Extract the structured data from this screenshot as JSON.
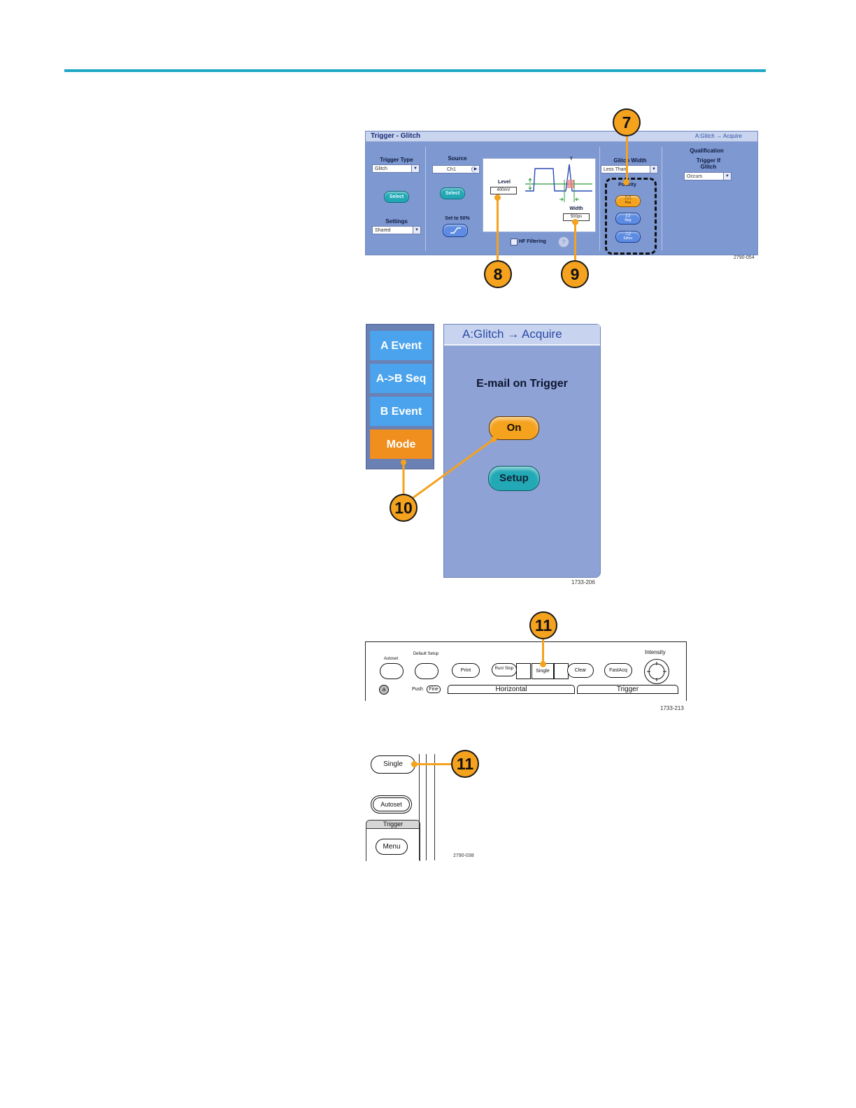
{
  "figure1": {
    "header_title": "Trigger - Glitch",
    "header_right": "A:Glitch → Acquire",
    "trigger_type_label": "Trigger Type",
    "trigger_type_value": "Glitch",
    "select_label": "Select",
    "settings_label": "Settings",
    "settings_value": "Shared",
    "source_label": "Source",
    "source_value": "Ch1",
    "source_select_label": "Select",
    "set50_label": "Set to 50%",
    "level_label": "Level",
    "level_value": "400mV",
    "t_marker": "T",
    "width_label": "Width",
    "width_value": "500ps",
    "hf_filtering_label": "HF Filtering",
    "glitch_width_label": "Glitch Width",
    "glitch_width_value": "Less Than",
    "polarity_label": "Polarity",
    "polarity_pos": "Pos",
    "polarity_neg": "Neg",
    "polarity_either": "Either",
    "qualification_label": "Qualification",
    "trigger_if_label": "Trigger If Glitch",
    "trigger_if_value": "Occurs",
    "figure_id": "2790-054",
    "callouts": [
      "7",
      "8",
      "9"
    ]
  },
  "figure2": {
    "side_buttons": [
      "A Event",
      "A->B Seq",
      "B Event",
      "Mode"
    ],
    "panel_header": "A:Glitch → Acquire",
    "panel_title": "E-mail on Trigger",
    "on_button": "On",
    "setup_button": "Setup",
    "figure_id": "1733-206",
    "callout": "10"
  },
  "figure3": {
    "autoset": "Autoset",
    "default_setup": "Default Setup",
    "print": "Print",
    "run_stop": "Run/ Stop",
    "single": "Single",
    "clear": "Clear",
    "fastacq": "FastAcq",
    "intensity": "Intensity",
    "push": "Push",
    "fine": "Fine",
    "a_symbol": "a",
    "horizontal": "Horizontal",
    "trigger": "Trigger",
    "figure_id": "1733-213",
    "callout": "11"
  },
  "figure4": {
    "single": "Single",
    "autoset": "Autoset",
    "trigger": "Trigger",
    "menu": "Menu",
    "figure_id": "2790-038",
    "callout": "11"
  },
  "colors": {
    "rule": "#1ea8c5",
    "callout": "#f5a21e",
    "panel_blue": "#7e98d2",
    "side_button_blue": "#4aa3ec",
    "mode_orange": "#f08e1e",
    "teal_button": "#22a9b5"
  }
}
